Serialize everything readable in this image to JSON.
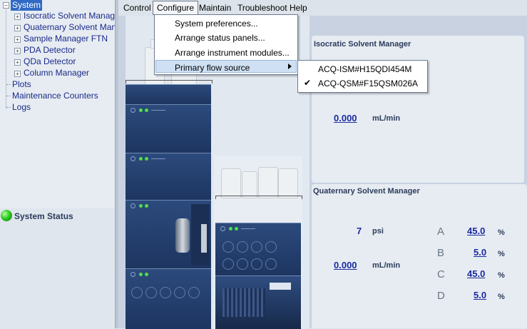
{
  "tree": {
    "root": "System",
    "children": [
      "Isocratic Solvent Manager",
      "Quaternary Solvent Manag",
      "Sample Manager FTN",
      "PDA Detector",
      "QDa Detector",
      "Column Manager"
    ],
    "plots": "Plots",
    "maintenance": "Maintenance Counters",
    "logs": "Logs"
  },
  "system_status": {
    "label": "System Status",
    "color": "#2fcc24"
  },
  "menubar": {
    "control": "Control",
    "configure": "Configure",
    "maintain": "Maintain",
    "troubleshoot": "Troubleshoot",
    "help": "Help"
  },
  "configure_menu": {
    "system_preferences": "System preferences...",
    "arrange_status_panels": "Arrange status panels...",
    "arrange_instrument_modules": "Arrange instrument modules...",
    "primary_flow_source": "Primary flow source"
  },
  "flow_source_menu": {
    "items": [
      "ACQ-ISM#H15QDI454M",
      "ACQ-QSM#F15QSM026A"
    ],
    "checked_index": 1
  },
  "isocratic_panel": {
    "title": "Isocratic Solvent Manager",
    "flow": "0.000",
    "flow_unit": "mL/min"
  },
  "quaternary_panel": {
    "title": "Quaternary Solvent Manager",
    "pressure": "7",
    "pressure_unit": "psi",
    "flow": "0.000",
    "flow_unit": "mL/min",
    "channels": [
      {
        "name": "A",
        "value": "45.0",
        "unit": "%"
      },
      {
        "name": "B",
        "value": "5.0",
        "unit": "%"
      },
      {
        "name": "C",
        "value": "45.0",
        "unit": "%"
      },
      {
        "name": "D",
        "value": "5.0",
        "unit": "%"
      }
    ]
  },
  "colors": {
    "accent": "#316ac5",
    "value_blue": "#1a2aa0",
    "module_blue": "#1d3560"
  }
}
